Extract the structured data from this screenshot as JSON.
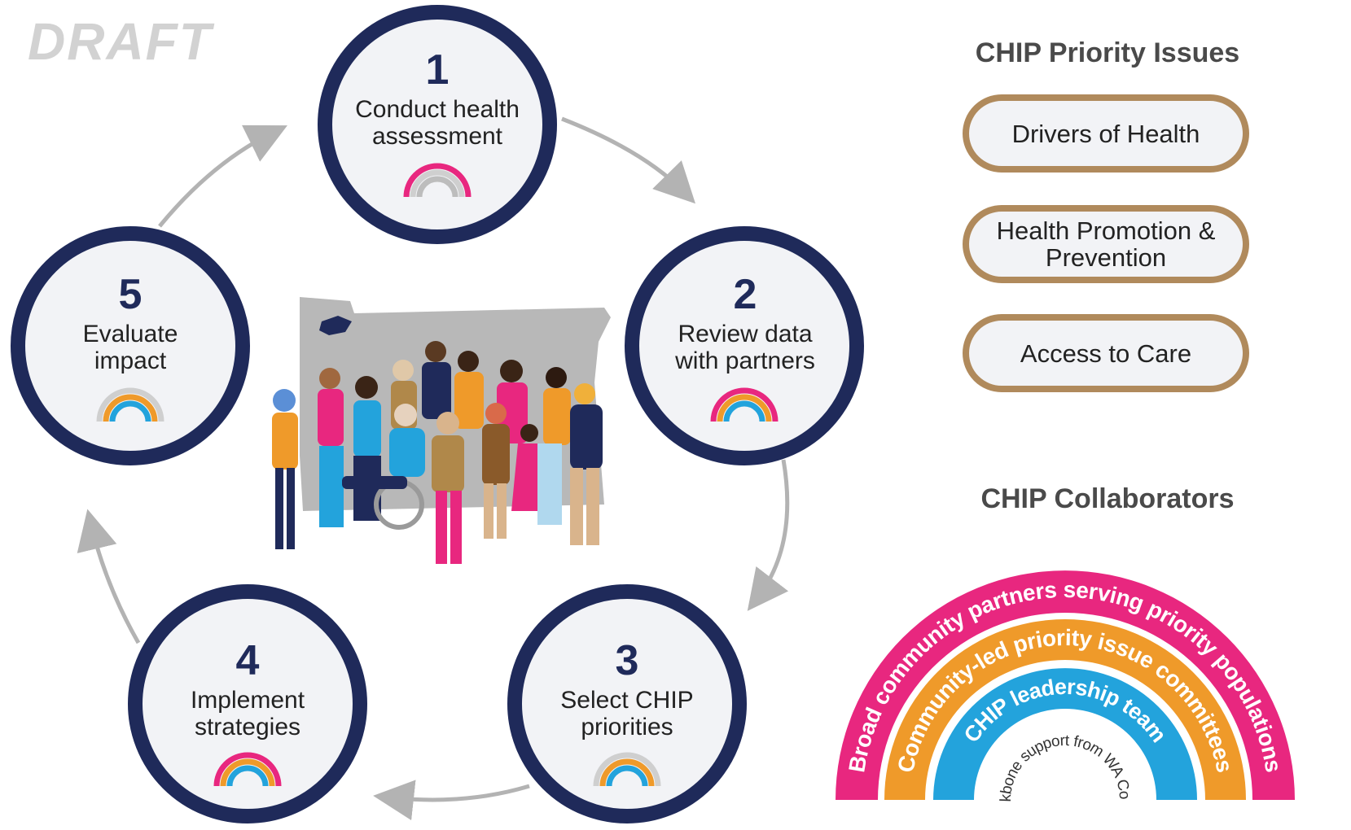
{
  "watermark": "DRAFT",
  "cycle": {
    "stages": [
      {
        "number": "1",
        "label": "Conduct health assessment"
      },
      {
        "number": "2",
        "label": "Review data with partners"
      },
      {
        "number": "3",
        "label": "Select CHIP priorities"
      },
      {
        "number": "4",
        "label": "Implement strategies"
      },
      {
        "number": "5",
        "label": "Evaluate impact"
      }
    ]
  },
  "priority_issues": {
    "title": "CHIP Priority Issues",
    "items": [
      "Drivers of Health",
      "Health Promotion & Prevention",
      "Access to Care"
    ]
  },
  "collaborators": {
    "title": "CHIP Collaborators",
    "rings": [
      {
        "label": "Broad community partners serving priority populations",
        "color": "#e8277f"
      },
      {
        "label": "Community-led priority issue committees",
        "color": "#ef9a2a"
      },
      {
        "label": "CHIP leadership team",
        "color": "#23a3dc"
      }
    ],
    "core": "Backbone support from WA County"
  },
  "colors": {
    "navy": "#1f2a5a",
    "circle_fill": "#f2f3f6",
    "pill_border": "#b08a5c",
    "arrow": "#b3b3b3",
    "map": "#b8b8b8"
  }
}
